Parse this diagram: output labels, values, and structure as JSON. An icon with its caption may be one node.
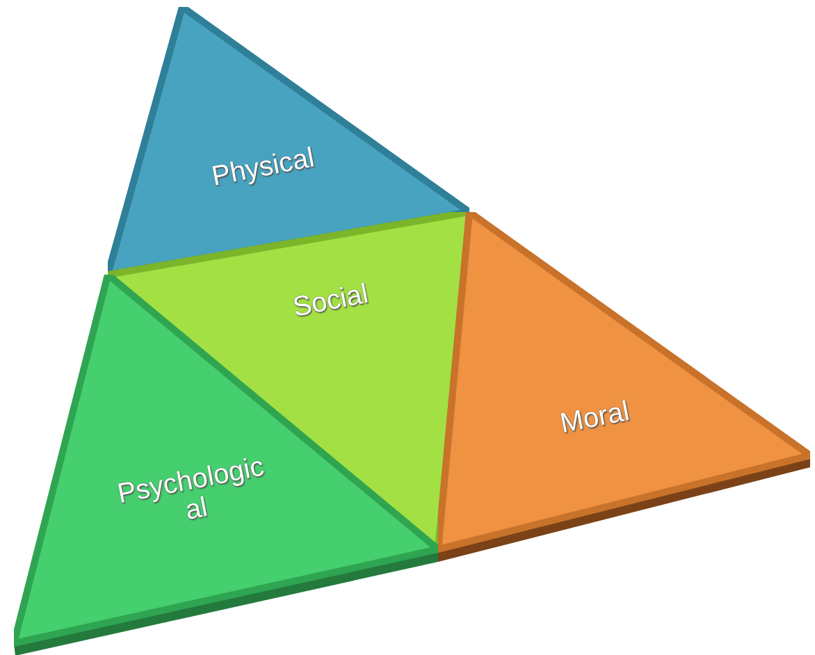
{
  "diagram": {
    "nodes": [
      {
        "text": [
          "Physical"
        ]
      },
      {
        "text": [
          "Social"
        ]
      },
      {
        "text": [
          "Psychologic al"
        ]
      },
      {
        "text": [
          "Moral"
        ]
      }
    ]
  }
}
